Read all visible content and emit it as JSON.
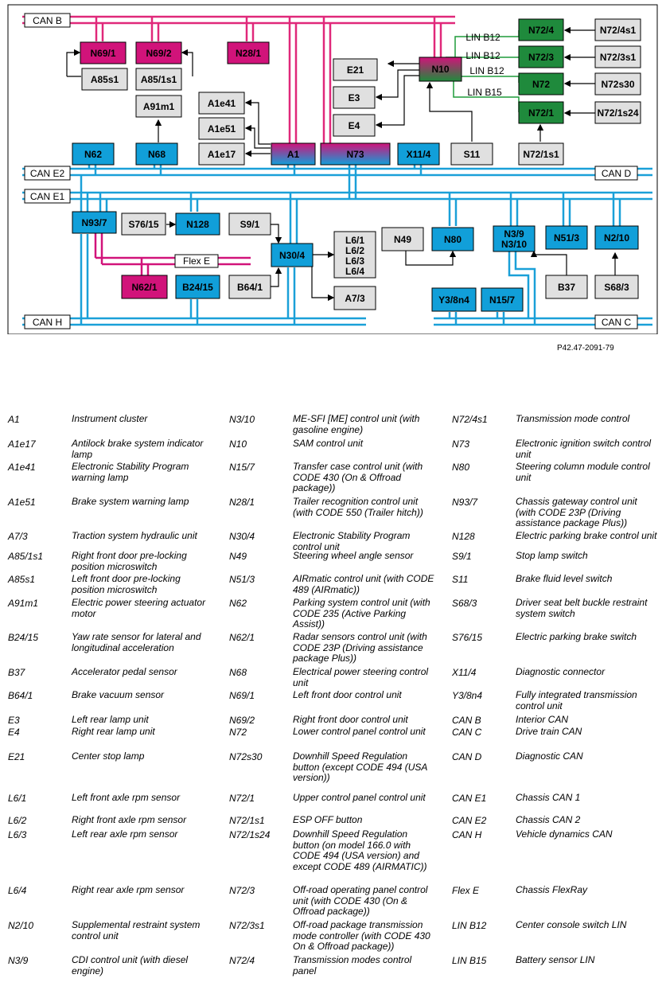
{
  "diagram": {
    "reference": "P42.47-2091-79",
    "colors": {
      "can_bus": "#1aa0d8",
      "interior_can": "#e0287a",
      "lin": "#1f9b3a",
      "module_blue": "#119fd9",
      "module_magenta": "#d1137a",
      "module_green": "#1f8a3c",
      "module_grey": "#e0e0e0"
    },
    "buses": {
      "can_b": "CAN B",
      "can_e2": "CAN E2",
      "can_e1": "CAN E1",
      "can_h": "CAN H",
      "can_d": "CAN D",
      "can_c": "CAN C",
      "flex_e": "Flex E"
    },
    "lin_labels": [
      "LIN B12",
      "LIN B12",
      "LIN B12",
      "LIN B15"
    ],
    "modules": {
      "N69_1": "N69/1",
      "N69_2": "N69/2",
      "N28_1": "N28/1",
      "A85s1": "A85s1",
      "A85_1s1": "A85/1s1",
      "A91m1": "A91m1",
      "A1e41": "A1e41",
      "A1e51": "A1e51",
      "A1e17": "A1e17",
      "N62": "N62",
      "N68": "N68",
      "A1": "A1",
      "N73": "N73",
      "X11_4": "X11/4",
      "S11": "S11",
      "E21": "E21",
      "E3": "E3",
      "E4": "E4",
      "N10": "N10",
      "N72_4": "N72/4",
      "N72_3": "N72/3",
      "N72": "N72",
      "N72_1": "N72/1",
      "N72_4s1": "N72/4s1",
      "N72_3s1": "N72/3s1",
      "N72s30": "N72s30",
      "N72_1s24": "N72/1s24",
      "N72_1s1": "N72/1s1",
      "N93_7": "N93/7",
      "S76_15": "S76/15",
      "N128": "N128",
      "S9_1": "S9/1",
      "N30_4": "N30/4",
      "L6": "L6/1\nL6/2\nL6/3\nL6/4",
      "N49": "N49",
      "N80": "N80",
      "N3_9": "N3/9\nN3/10",
      "N51_3": "N51/3",
      "N2_10": "N2/10",
      "N62_1": "N62/1",
      "B24_15": "B24/15",
      "B64_1": "B64/1",
      "A7_3": "A7/3",
      "B37": "B37",
      "S68_3": "S68/3",
      "Y3_8n4": "Y3/8n4",
      "N15_7": "N15/7"
    }
  },
  "legend": [
    [
      {
        "code": "A1",
        "desc": "Instrument cluster"
      },
      {
        "code": "A1e17",
        "desc": "Antilock brake system indicator lamp"
      },
      {
        "code": "A1e41",
        "desc": "Electronic Stability Program warning lamp"
      },
      {
        "code": "A1e51",
        "desc": "Brake system warning lamp"
      },
      {
        "code": "A7/3",
        "desc": "Traction system hydraulic unit"
      },
      {
        "code": "A85/1s1",
        "desc": "Right front door pre-locking position microswitch"
      },
      {
        "code": "A85s1",
        "desc": "Left front door pre-locking position microswitch"
      },
      {
        "code": "A91m1",
        "desc": "Electric power steering actuator motor"
      },
      {
        "code": "B24/15",
        "desc": "Yaw rate sensor for lateral and longitudinal acceleration"
      },
      {
        "code": "B37",
        "desc": "Accelerator pedal sensor"
      },
      {
        "code": "B64/1",
        "desc": "Brake vacuum sensor"
      },
      {
        "code": "E3",
        "desc": "Left rear lamp unit"
      },
      {
        "code": "E4",
        "desc": "Right rear lamp unit"
      },
      {
        "code": "E21",
        "desc": "Center stop lamp"
      },
      {
        "code": "L6/1",
        "desc": "Left front axle rpm sensor"
      },
      {
        "code": "L6/2",
        "desc": "Right front axle rpm sensor"
      },
      {
        "code": "L6/3",
        "desc": "Left rear axle rpm sensor"
      },
      {
        "code": "L6/4",
        "desc": "Right rear axle rpm sensor"
      },
      {
        "code": "N2/10",
        "desc": "Supplemental restraint system control unit"
      },
      {
        "code": "N3/9",
        "desc": "CDI control unit (with diesel engine)"
      }
    ],
    [
      {
        "code": "N3/10",
        "desc": "ME-SFI [ME] control unit (with gasoline engine)"
      },
      {
        "code": "N10",
        "desc": "SAM control unit"
      },
      {
        "code": "N15/7",
        "desc": "Transfer case control unit (with CODE 430 (On & Offroad package))"
      },
      {
        "code": "N28/1",
        "desc": "Trailer recognition control unit (with CODE 550 (Trailer hitch))"
      },
      {
        "code": "N30/4",
        "desc": "Electronic Stability Program control unit"
      },
      {
        "code": "N49",
        "desc": "Steering wheel angle sensor"
      },
      {
        "code": "N51/3",
        "desc": "AIRmatic control unit (with CODE 489 (AIRmatic))"
      },
      {
        "code": "N62",
        "desc": "Parking system control unit (with CODE 235 (Active Parking Assist))"
      },
      {
        "code": "N62/1",
        "desc": "Radar sensors control unit (with CODE 23P (Driving assistance package Plus))"
      },
      {
        "code": "N68",
        "desc": "Electrical power steering control unit"
      },
      {
        "code": "N69/1",
        "desc": "Left front door control unit"
      },
      {
        "code": "N69/2",
        "desc": "Right front door control unit"
      },
      {
        "code": "N72",
        "desc": "Lower control panel control unit"
      },
      {
        "code": "N72s30",
        "desc": "Downhill Speed Regulation button (except CODE 494 (USA version))"
      },
      {
        "code": "N72/1",
        "desc": "Upper control panel control unit"
      },
      {
        "code": "N72/1s1",
        "desc": "ESP OFF button"
      },
      {
        "code": "N72/1s24",
        "desc": "Downhill Speed Regulation button (on model 166.0 with CODE 494 (USA version) and except CODE 489 (AIRMATIC))"
      },
      {
        "code": "N72/3",
        "desc": "Off-road operating panel control unit (with CODE 430 (On & Offroad package))"
      },
      {
        "code": "N72/3s1",
        "desc": "Off-road package transmission mode controller (with CODE 430 On & Offroad package))"
      },
      {
        "code": "N72/4",
        "desc": "Transmission modes control panel"
      }
    ],
    [
      {
        "code": "N72/4s1",
        "desc": "Transmission mode control"
      },
      {
        "code": "N73",
        "desc": "Electronic ignition switch control unit"
      },
      {
        "code": "N80",
        "desc": "Steering column module control unit"
      },
      {
        "code": "N93/7",
        "desc": "Chassis gateway control unit (with CODE 23P (Driving assistance package Plus))"
      },
      {
        "code": "N128",
        "desc": "Electric parking brake control unit"
      },
      {
        "code": "S9/1",
        "desc": "Stop lamp switch"
      },
      {
        "code": "S11",
        "desc": "Brake fluid level switch"
      },
      {
        "code": "S68/3",
        "desc": "Driver seat belt buckle restraint system switch"
      },
      {
        "code": "S76/15",
        "desc": "Electric parking brake switch"
      },
      {
        "code": "X11/4",
        "desc": "Diagnostic connector"
      },
      {
        "code": "Y3/8n4",
        "desc": "Fully integrated transmission control unit"
      },
      {
        "code": "CAN B",
        "desc": "Interior CAN"
      },
      {
        "code": "CAN C",
        "desc": "Drive train CAN"
      },
      {
        "code": "CAN D",
        "desc": "Diagnostic CAN"
      },
      {
        "code": "CAN E1",
        "desc": "Chassis CAN 1"
      },
      {
        "code": "CAN E2",
        "desc": "Chassis CAN 2"
      },
      {
        "code": "CAN H",
        "desc": "Vehicle dynamics CAN"
      },
      {
        "code": "Flex E",
        "desc": "Chassis FlexRay"
      },
      {
        "code": "LIN B12",
        "desc": "Center console switch LIN"
      },
      {
        "code": "LIN B15",
        "desc": "Battery sensor LIN"
      }
    ]
  ]
}
